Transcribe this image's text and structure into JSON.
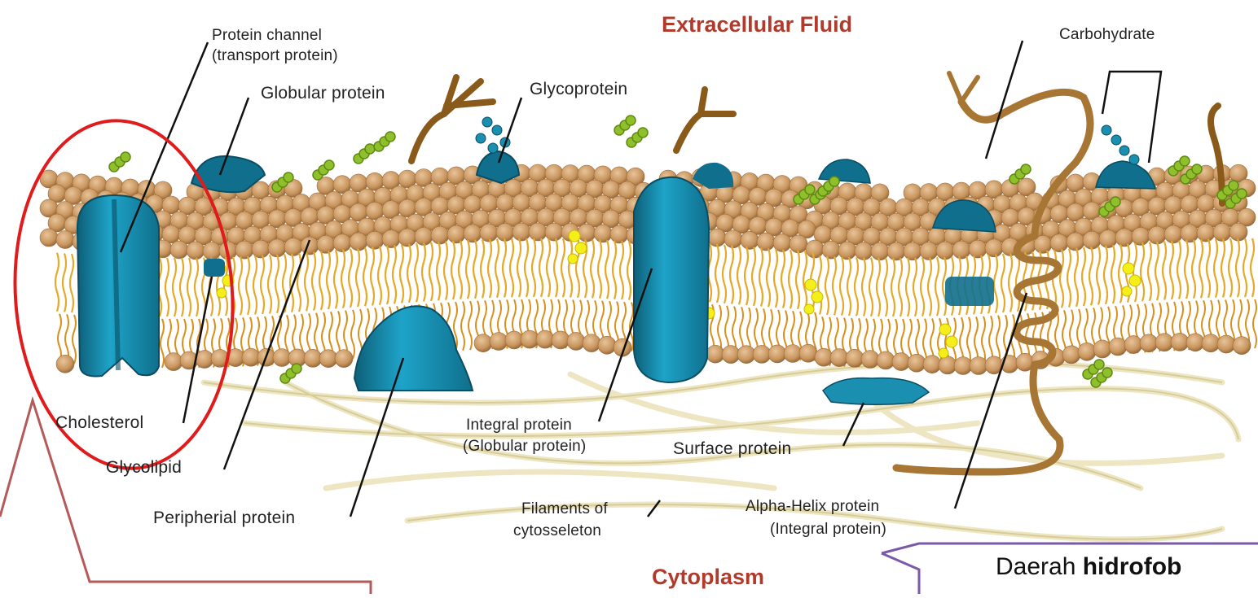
{
  "regions": {
    "top": "Extracellular Fluid",
    "bottom": "Cytoplasm"
  },
  "labels": {
    "protein_channel_1": "Protein channel",
    "protein_channel_2": "(transport protein)",
    "globular_protein": "Globular protein",
    "glycoprotein": "Glycoprotein",
    "carbohydrate": "Carbohydrate",
    "cholesterol": "Cholesterol",
    "glycolipid": "Glycolipid",
    "peripheral_protein": "Peripherial protein",
    "integral_protein_1": "Integral protein",
    "integral_protein_2": "(Globular protein)",
    "surface_protein": "Surface protein",
    "filaments_1": "Filaments of",
    "filaments_2": "cytosseleton",
    "alpha_helix_1": "Alpha-Helix protein",
    "alpha_helix_2": "(Integral protein)"
  },
  "callout": {
    "prefix": "Daerah ",
    "bold": "hidrofob"
  },
  "colors": {
    "head": "#c89b6a",
    "tail": "#e6a92a",
    "protein": "#1a8fb0",
    "protein_dark": "#0e5f78",
    "highlight_circle": "#e01b1b",
    "callout_left": "#b55a5a",
    "callout_right": "#7a5aa8"
  }
}
